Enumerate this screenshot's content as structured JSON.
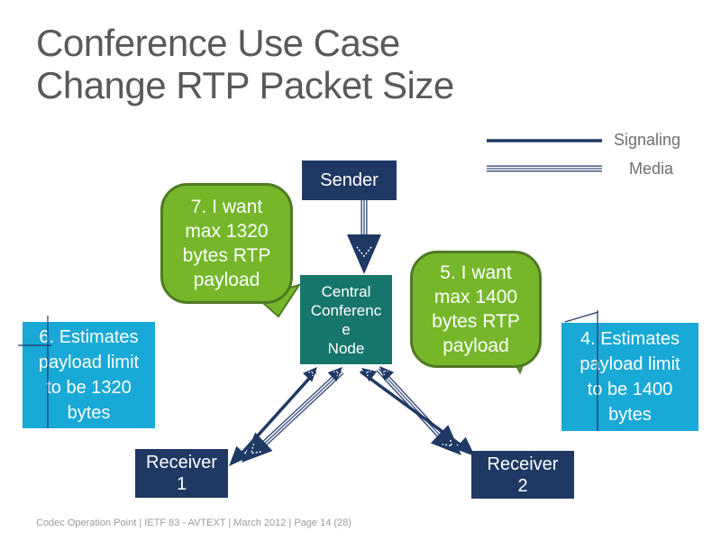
{
  "title": {
    "line1": "Conference Use Case",
    "line2": "Change RTP Packet Size"
  },
  "legend": {
    "signaling_label": "Signaling",
    "media_label": "Media"
  },
  "nodes": {
    "sender": "Sender",
    "central_lines": [
      "Central",
      "Conferenc",
      "e",
      "Node"
    ],
    "receiver1_lines": [
      "Receiver",
      "1"
    ],
    "receiver2_lines": [
      "Receiver",
      "2"
    ]
  },
  "callouts": {
    "bubble_1320_lines": [
      "7. I want",
      "max 1320",
      "bytes RTP",
      "payload"
    ],
    "bubble_1400_lines": [
      "5. I want",
      "max 1400",
      "bytes RTP",
      "payload"
    ],
    "estimate_1320_lines": [
      "6. Estimates",
      "payload limit",
      "to be 1320",
      "bytes"
    ],
    "estimate_1400_lines": [
      "4. Estimates",
      "payload limit",
      "to be 1400",
      "bytes"
    ]
  },
  "footer": {
    "text": "Codec Operation Point |  IETF 83 - AVTEXT  | March 2012 | Page 14 (28)"
  },
  "colors": {
    "navy": "#1F3864",
    "teal": "#17766C",
    "green": "#76B72A",
    "green_border": "#4F7A23",
    "cyan": "#18A9D6",
    "title_gray": "#58595B",
    "legend_gray": "#6E6E6E",
    "footer_gray": "#9B9B9B"
  }
}
